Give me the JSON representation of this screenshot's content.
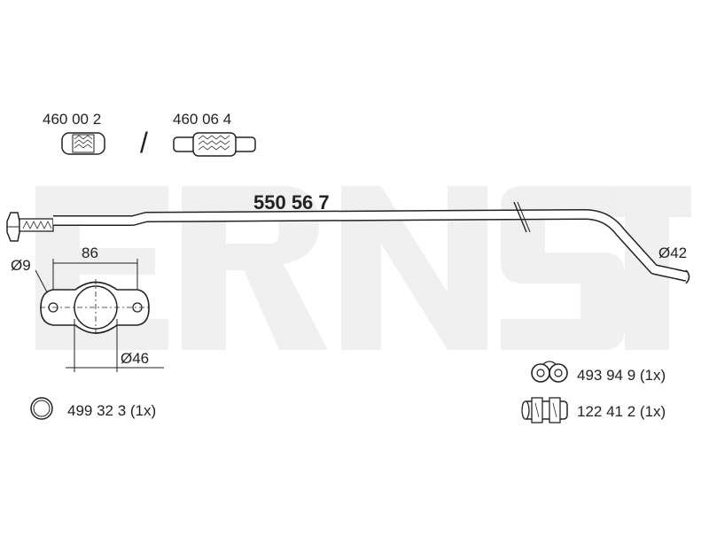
{
  "labels": {
    "part_main": "550 56 7",
    "part_flex_a": "460 00 2",
    "part_flex_b": "460 06 4",
    "separator": "/",
    "dia_outlet": "Ø42",
    "dia_bolt": "Ø9",
    "bolt_spacing": "86",
    "dia_bore": "Ø46",
    "accessory_ring": "499 32 3 (1x)",
    "accessory_hanger": "493 94 9 (1x)",
    "accessory_clamp": "122 41 2 (1x)"
  },
  "watermark": {
    "text": "ERNST",
    "color": "#eeeeee"
  },
  "colors": {
    "line": "#222222",
    "pipe_fill": "#ffffff"
  }
}
